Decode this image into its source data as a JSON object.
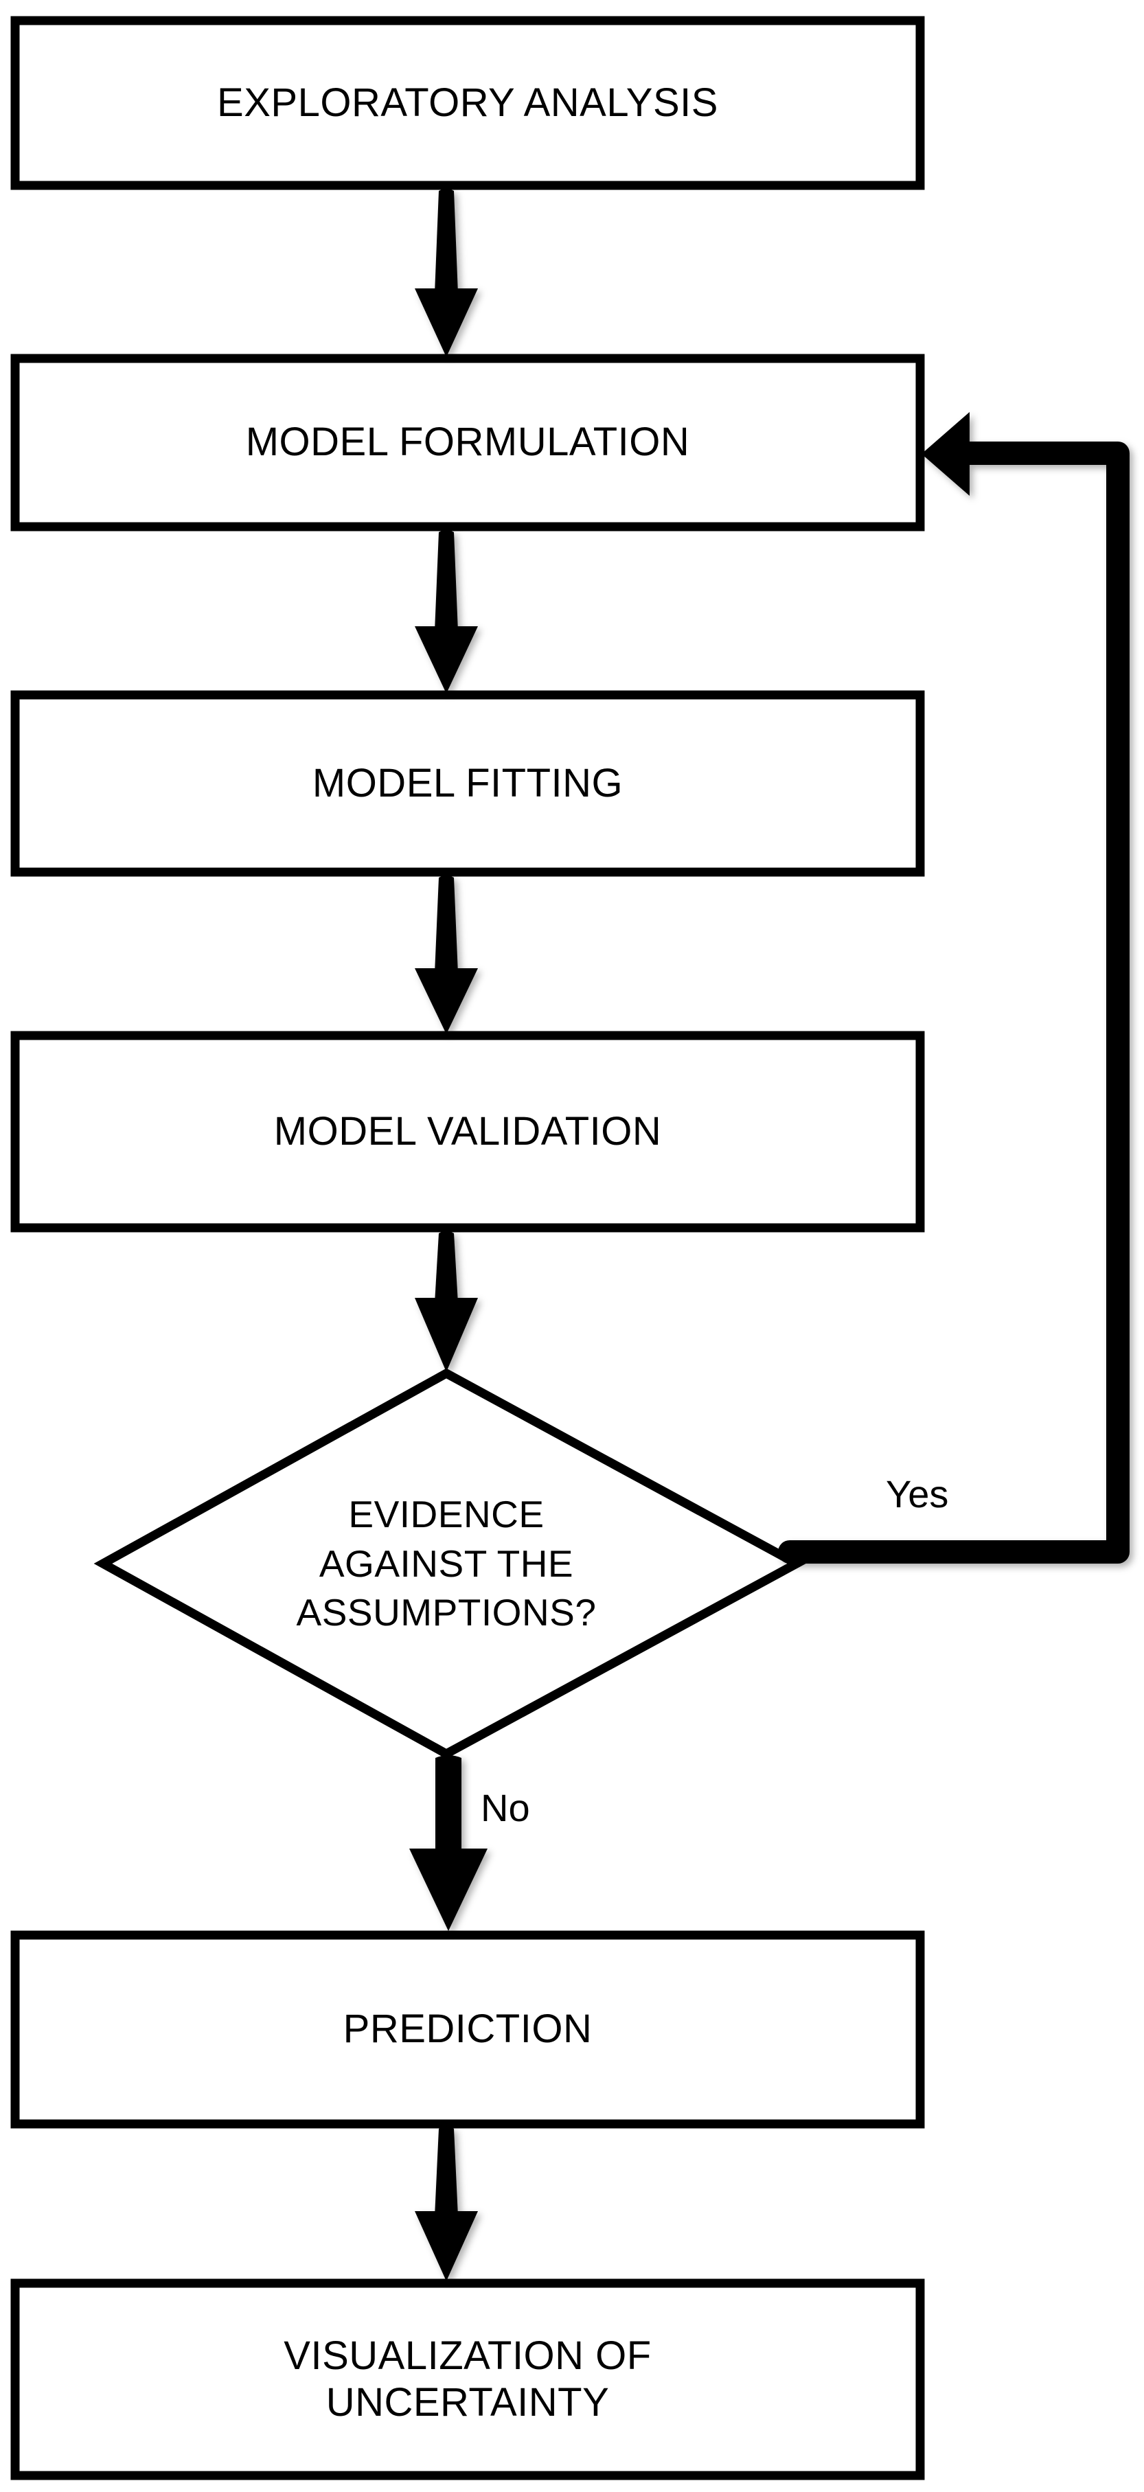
{
  "diagram": {
    "title": "Statistical modelling workflow flowchart",
    "background_color": "#ffffff",
    "stroke_color": "#000000",
    "nodes": [
      {
        "id": "exploratory-analysis",
        "shape": "rectangle",
        "label": "EXPLORATORY ANALYSIS"
      },
      {
        "id": "model-formulation",
        "shape": "rectangle",
        "label": "MODEL FORMULATION"
      },
      {
        "id": "model-fitting",
        "shape": "rectangle",
        "label": "MODEL FITTING"
      },
      {
        "id": "model-validation",
        "shape": "rectangle",
        "label": "MODEL VALIDATION"
      },
      {
        "id": "evidence-decision",
        "shape": "diamond",
        "label_line1": "EVIDENCE",
        "label_line2": "AGAINST THE",
        "label_line3": "ASSUMPTIONS?"
      },
      {
        "id": "prediction",
        "shape": "rectangle",
        "label": "PREDICTION"
      },
      {
        "id": "visualization",
        "shape": "rectangle",
        "label_line1": "VISUALIZATION OF",
        "label_line2": "UNCERTAINTY"
      }
    ],
    "edges": [
      {
        "id": "edge-exploratory-to-formulation",
        "from": "exploratory-analysis",
        "to": "model-formulation",
        "label": ""
      },
      {
        "id": "edge-formulation-to-fitting",
        "from": "model-formulation",
        "to": "model-fitting",
        "label": ""
      },
      {
        "id": "edge-fitting-to-validation",
        "from": "model-fitting",
        "to": "model-validation",
        "label": ""
      },
      {
        "id": "edge-validation-to-decision",
        "from": "model-validation",
        "to": "evidence-decision",
        "label": ""
      },
      {
        "id": "edge-decision-yes-feedback",
        "from": "evidence-decision",
        "to": "model-formulation",
        "label": "Yes"
      },
      {
        "id": "edge-decision-no-to-prediction",
        "from": "evidence-decision",
        "to": "prediction",
        "label": "No"
      },
      {
        "id": "edge-prediction-to-visualization",
        "from": "prediction",
        "to": "visualization",
        "label": ""
      }
    ],
    "edge_labels": {
      "yes": "Yes",
      "no": "No"
    }
  }
}
